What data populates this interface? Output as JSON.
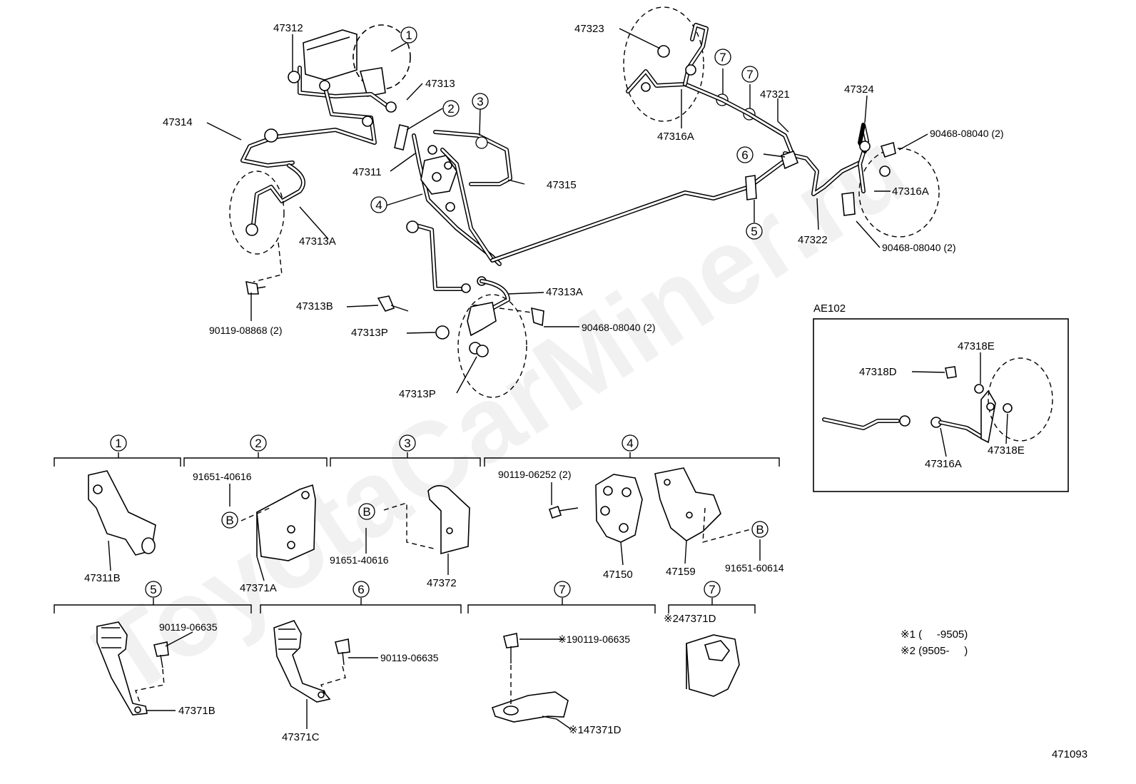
{
  "diagram": {
    "watermark": "ToyotaCarMiner.ru",
    "figure_number": "471093",
    "variant_label": "AE102",
    "note1": "※1 (     -9505)",
    "note2": "※2 (9505-     )",
    "callouts": [
      "1",
      "2",
      "3",
      "4",
      "5",
      "6",
      "7"
    ],
    "labels": {
      "l47312": "47312",
      "l47313_top": "47313",
      "l47314": "47314",
      "l47311": "47311",
      "l47315": "47315",
      "l47313A_left": "47313A",
      "l47313A_mid": "47313A",
      "l47313B": "47313B",
      "l47313P_a": "47313P",
      "l47313P_b": "47313P",
      "l90119_08868": "90119-08868 (2)",
      "l90468_mid": "90468-08040 (2)",
      "l47323": "47323",
      "l47316A_top": "47316A",
      "l47321": "47321",
      "l47324": "47324",
      "l90468_r1": "90468-08040 (2)",
      "l47316A_r": "47316A",
      "l47322": "47322",
      "l90468_r2": "90468-08040 (2)",
      "l47318E_a": "47318E",
      "l47318D": "47318D",
      "l47316A_box": "47316A",
      "l47318E_b": "47318E",
      "l47311B": "47311B",
      "l91651_40616_a": "91651-40616",
      "l47371A": "47371A",
      "l91651_40616_b": "91651-40616",
      "l47372": "47372",
      "l90119_06252": "90119-06252 (2)",
      "l47150": "47150",
      "l47159": "47159",
      "l91651_60614": "91651-60614",
      "l90119_06635_a": "90119-06635",
      "l47371B": "47371B",
      "l90119_06635_b": "90119-06635",
      "l47371C": "47371C",
      "l90119_06635_c": "※190119-06635",
      "l47371D_a": "※147371D",
      "l47371D_b": "※247371D",
      "bolt_ref": "B"
    }
  }
}
